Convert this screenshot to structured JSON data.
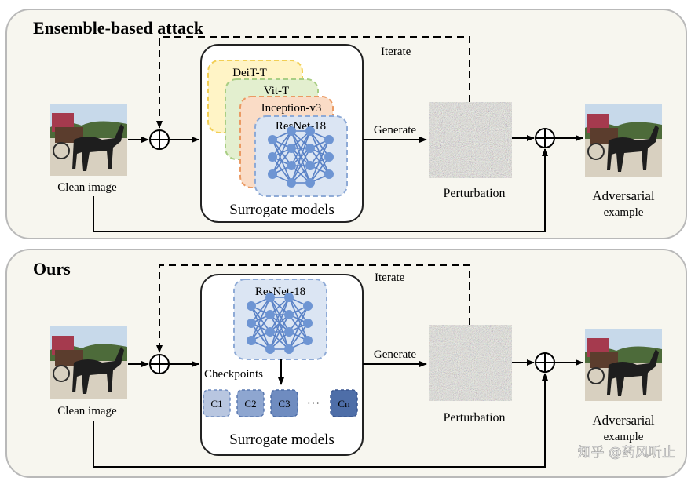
{
  "panels": {
    "top": {
      "title": "Ensemble-based attack",
      "iterate_label": "Iterate",
      "generate_label": "Generate",
      "clean_label": "Clean image",
      "perturbation_label": "Perturbation",
      "adversarial_line1": "Adversarial",
      "adversarial_line2": "example",
      "surrogate_label": "Surrogate models",
      "models": [
        "DeiT-T",
        "Vit-T",
        "Inception-v3",
        "ResNet-18"
      ]
    },
    "bottom": {
      "title": "Ours",
      "iterate_label": "Iterate",
      "generate_label": "Generate",
      "clean_label": "Clean image",
      "perturbation_label": "Perturbation",
      "adversarial_line1": "Adversarial",
      "adversarial_line2": "example",
      "surrogate_label": "Surrogate models",
      "model": "ResNet-18",
      "checkpoints_label": "Checkpoints",
      "checkpoints": [
        "C1",
        "C2",
        "C3",
        "Cn"
      ],
      "ellipsis": "···"
    }
  },
  "watermark": "知乎 @药风听止",
  "colors": {
    "panel_fill": "#f7f6ef",
    "panel_stroke": "#b9b9b9",
    "deit_fill": "#fff4c6",
    "deit_stroke": "#f2cf55",
    "vit_fill": "#e3efcf",
    "vit_stroke": "#a9ce84",
    "inception_fill": "#fadcc6",
    "inception_stroke": "#ea9a63",
    "resnet_fill": "#dbe5f3",
    "resnet_stroke": "#8eaad6",
    "node_fill": "#6e95d3",
    "edge": "#5a82c6",
    "c1": "#b8c6e0",
    "c2": "#8ea6d0",
    "c3": "#6f8cc0",
    "cn": "#4e6ea8"
  },
  "icons": [
    "oplus-icon",
    "neural-network-icon",
    "clean-image-thumbnail",
    "adversarial-image-thumbnail",
    "noise-perturbation-image"
  ]
}
